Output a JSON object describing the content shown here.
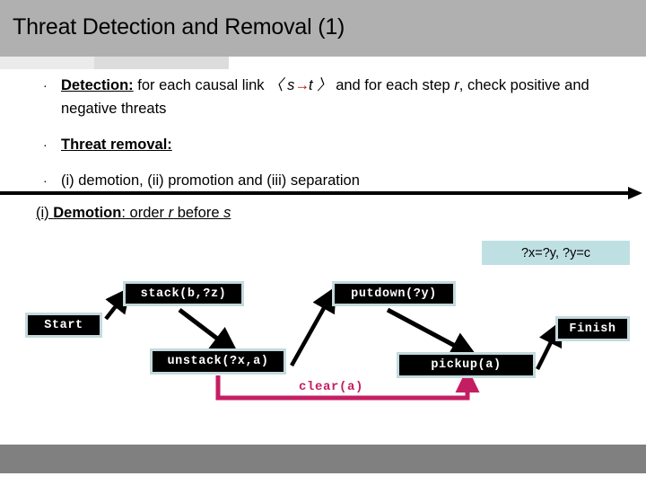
{
  "slide": {
    "title": "Threat Detection and Removal (1)",
    "header_color": "#b0b0b0",
    "footer_color": "#808080"
  },
  "bullets": [
    {
      "marker": "·",
      "lead": "Detection:",
      "text_before_link": " for each causal link ",
      "link_open": "〈 s",
      "link_arrow": "→",
      "link_close": "t 〉",
      "text_after_link": " and for each step ",
      "step_var": "r",
      "text_tail": ", check positive and negative threats"
    },
    {
      "marker": "·",
      "lead": "Threat removal:",
      "text": ""
    },
    {
      "marker": "·",
      "lead": "",
      "text": "(i) demotion,  (ii) promotion and  (iii) separation"
    }
  ],
  "demotion": {
    "label_prefix": "(i) ",
    "label_bold": "Demotion",
    "label_suffix": ":",
    "text": " order ",
    "var_r": "r",
    "text_mid": " before ",
    "var_s": "s"
  },
  "binding_constraints": {
    "text": "?x=?y, ?y=c",
    "background": "#bfe0e3"
  },
  "plan_graph": {
    "nodes": [
      {
        "id": "start",
        "label": "Start"
      },
      {
        "id": "stack",
        "label": "stack(b,?z)"
      },
      {
        "id": "unstack",
        "label": "unstack(?x,a)"
      },
      {
        "id": "putdown",
        "label": "putdown(?y)"
      },
      {
        "id": "pickup",
        "label": "pickup(a)"
      },
      {
        "id": "finish",
        "label": "Finish"
      }
    ],
    "ordering_edges": [
      {
        "from": "start",
        "to": "stack"
      },
      {
        "from": "stack",
        "to": "unstack"
      },
      {
        "from": "unstack",
        "to": "putdown"
      },
      {
        "from": "putdown",
        "to": "pickup"
      },
      {
        "from": "pickup",
        "to": "finish"
      }
    ],
    "causal_link": {
      "label": "clear(a)",
      "from": "unstack",
      "to": "pickup",
      "color": "#c41e63"
    },
    "node_fill": "#000000",
    "node_border": "#c3d9dd",
    "node_text": "#ffffff"
  }
}
